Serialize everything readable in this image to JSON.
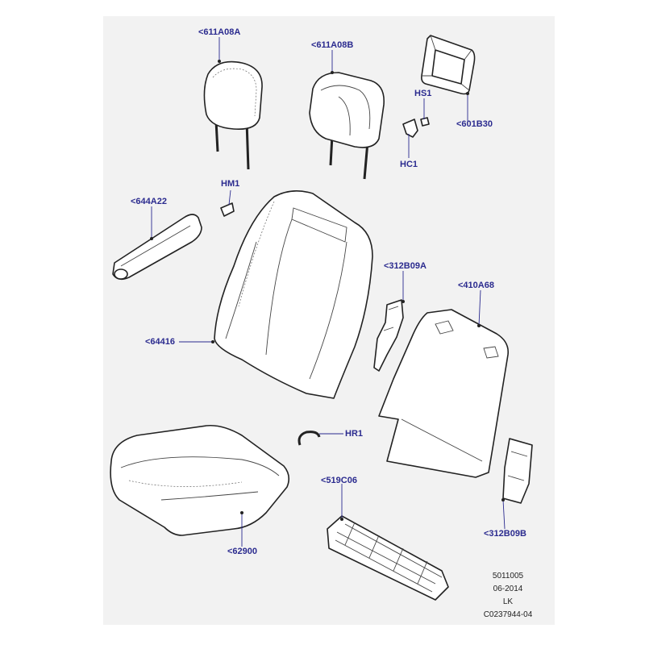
{
  "callouts": {
    "c611A08A": "<611A08A",
    "c611A08B": "<611A08B",
    "cHS1": "HS1",
    "c601B30": "<601B30",
    "cHC1": "HC1",
    "cHM1": "HM1",
    "c644A22": "<644A22",
    "c312B09A": "<312B09A",
    "c410A68": "<410A68",
    "c64416": "<64416",
    "cHR1": "HR1",
    "c519C06": "<519C06",
    "c312B09B": "<312B09B",
    "c62900": "<62900"
  },
  "reference": {
    "line1": "5011005",
    "line2": "06-2014",
    "line3": "LK",
    "line4": "C0237944-04"
  }
}
